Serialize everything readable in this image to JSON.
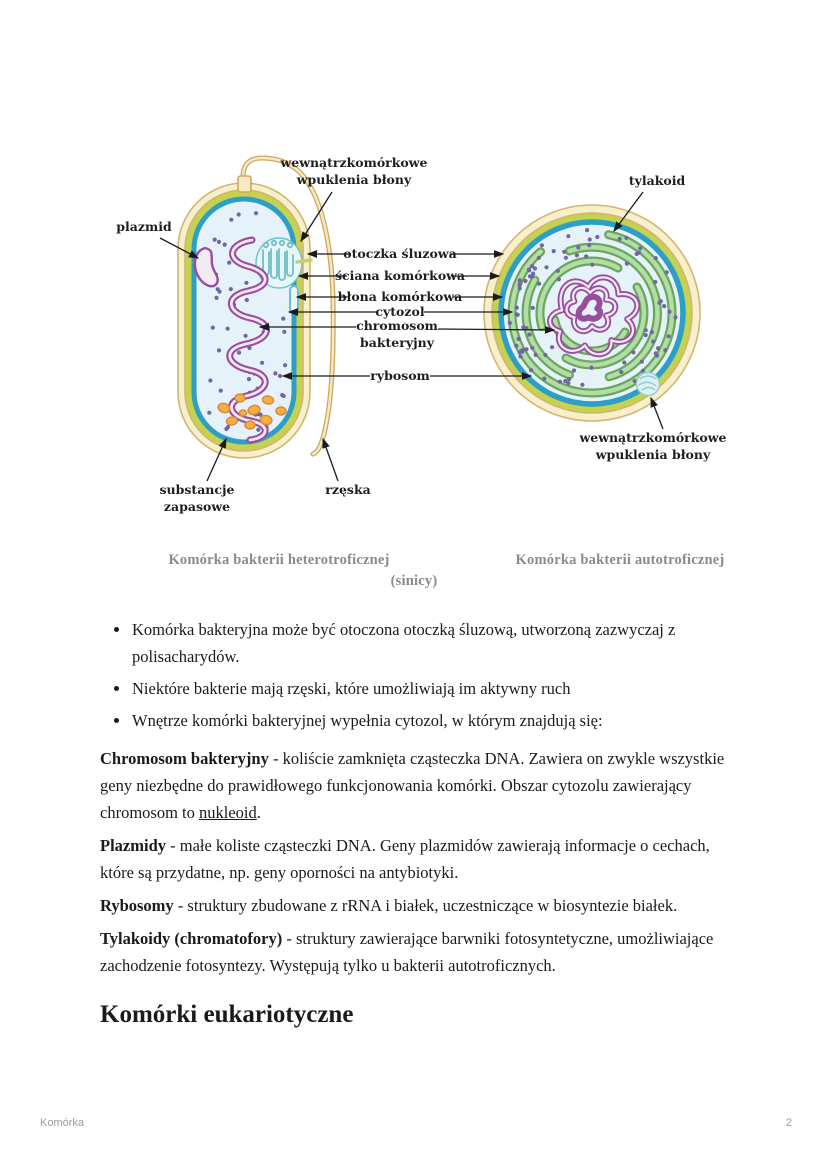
{
  "figure": {
    "labels": {
      "invaginations_top_line1": "wewnątrzkomórkowe",
      "invaginations_top_line2": "wpuklenia błony",
      "plasmid": "plazmid",
      "slime_capsule": "otoczka śluzowa",
      "cell_wall": "ściana komórkowa",
      "cell_membrane": "błona komórkowa",
      "cytosol": "cytozol",
      "chromosome_line1": "chromosom",
      "chromosome_line2": "bakteryjny",
      "ribosome": "rybosom",
      "thylakoid": "tylakoid",
      "invaginations_bottom_line1": "wewnątrzkomórkowe",
      "invaginations_bottom_line2": "wpuklenia błony",
      "storage_line1": "substancje",
      "storage_line2": "zapasowe",
      "flagellum": "rzęska"
    },
    "captions": {
      "left": "Komórka bakterii heterotroficznej",
      "right": "Komórka bakterii autotroficznej",
      "right_cont": "(sinicy)"
    },
    "colors": {
      "capsule": "#F8EFCD",
      "capsule_line": "#D2B570",
      "wall": "#C6D14F",
      "membrane": "#2D9EC7",
      "cytosol": "#E6F2F9",
      "chromosome": "#9A4D9E",
      "ribosome_dot": "#6F66A3",
      "storage": "#F6AE49",
      "storage_line": "#D98A2B",
      "flagellum": "#CDA75F",
      "thylakoid_dark": "#69A85C",
      "thylakoid_light": "#B4DCA6",
      "teal": "#6FBFC9"
    }
  },
  "body": {
    "bullets": [
      "Komórka bakteryjna może być otoczona otoczką śluzową, utworzoną zazwyczaj z polisacharydów.",
      "Niektóre bakterie mają rzęski, które umożliwiają im aktywny ruch",
      "Wnętrze komórki bakteryjnej wypełnia cytozol, w którym znajdują się:"
    ],
    "paragraphs": {
      "chromosome": {
        "lead": "Chromosom bakteryjny",
        "text": " - koliście zamknięta cząsteczka DNA. Zawiera on zwykle wszystkie geny niezbędne do prawidłowego funkcjonowania komórki. Obszar cytozolu zawierający chromosom to ",
        "underlined": "nukleoid",
        "after": "."
      },
      "plasmids": {
        "lead": "Plazmidy",
        "text": " - małe koliste cząsteczki DNA. Geny plazmidów zawierają informacje o cechach, które są przydatne, np. geny oporności na antybiotyki."
      },
      "ribosomes": {
        "lead": "Rybosomy",
        "text": " - struktury zbudowane z rRNA i białek, uczestniczące w biosyntezie białek."
      },
      "thylakoids": {
        "lead": "Tylakoidy (chromatofory)",
        "text": " - struktury zawierające barwniki fotosyntetyczne, umożliwiające zachodzenie fotosyntezy. Występują tylko u bakterii autotroficznych."
      }
    },
    "heading": "Komórki eukariotyczne"
  },
  "footer": {
    "document_title": "Komórka",
    "page_number": "2"
  }
}
